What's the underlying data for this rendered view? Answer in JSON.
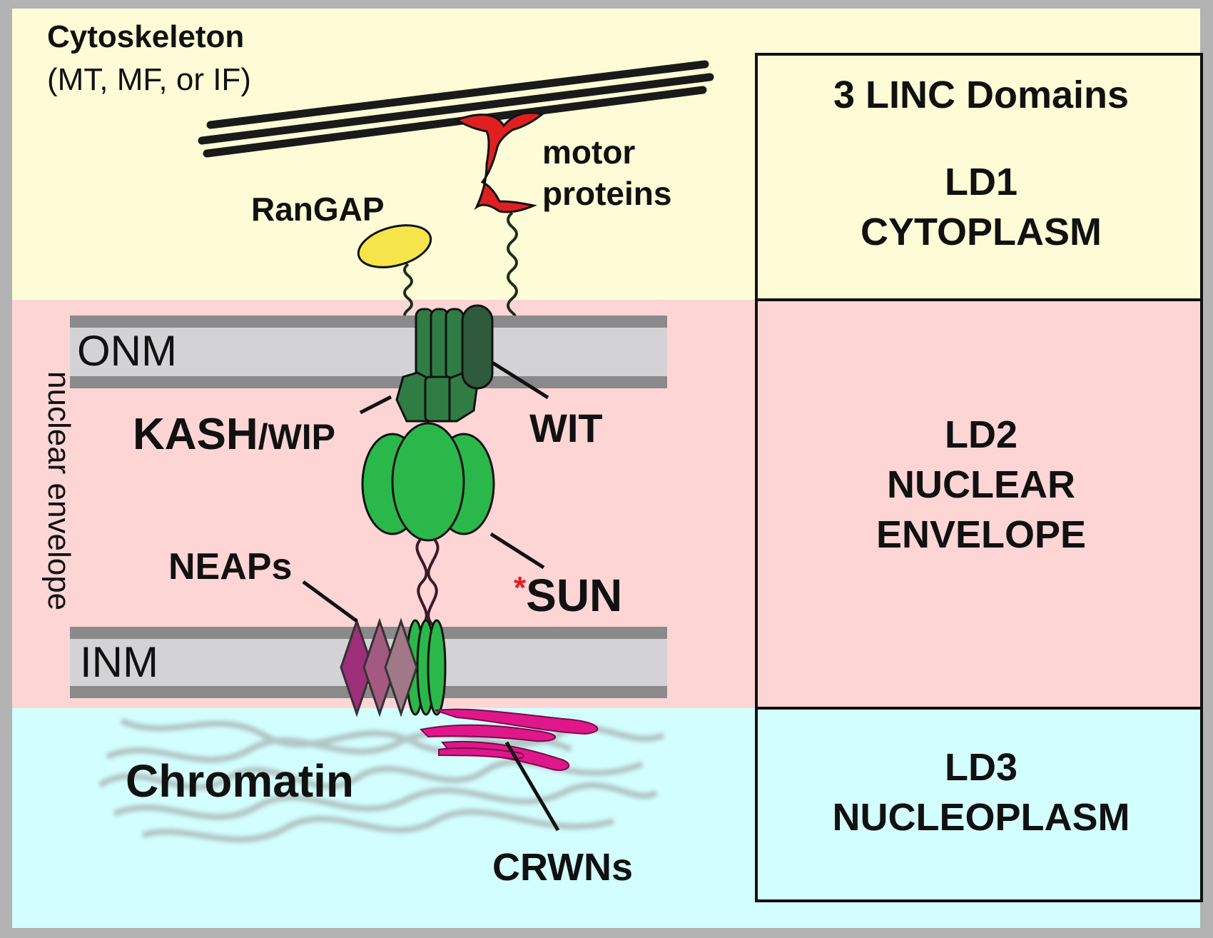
{
  "colors": {
    "cytoplasm": "#fefcd6",
    "envelope": "#fed5d5",
    "nucleoplasm": "#d3fefe",
    "membrane": "#d3d3d5",
    "membrane_edge": "#8a8a8a",
    "kash": "#2f7d45",
    "wit": "#2f5a3c",
    "sun": "#2bb84a",
    "motor": "#e02020",
    "rangap": "#f5e54b",
    "neap": "#9e2f7a",
    "crwn": "#e0178b",
    "asterisk": "#e02020"
  },
  "labels": {
    "cytoskeleton": "Cytoskeleton",
    "cytoskeleton_sub": "(MT, MF, or IF)",
    "motor_line1": "motor",
    "motor_line2": "proteins",
    "rangap": "RanGAP",
    "onm": "ONM",
    "inm": "INM",
    "kash": "KASH",
    "wip": "/WIP",
    "wit": "WIT",
    "neaps": "NEAPs",
    "sun_asterisk": "*",
    "sun": "SUN",
    "chromatin": "Chromatin",
    "crwns": "CRWNs",
    "nuclear_envelope": "nuclear envelope"
  },
  "table": {
    "title": "3 LINC Domains",
    "domains": [
      {
        "id": "LD1",
        "name": "CYTOPLASM"
      },
      {
        "id": "LD2",
        "name_line1": "NUCLEAR",
        "name_line2": "ENVELOPE"
      },
      {
        "id": "LD3",
        "name": "NUCLEOPLASM"
      }
    ]
  }
}
